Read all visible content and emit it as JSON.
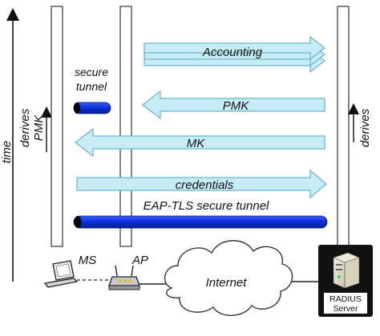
{
  "colors": {
    "arrow_fill": "#c6ecf5",
    "arrow_stroke": "#6cb4c9",
    "tunnel": "#0a2fd9",
    "lane_fill": "#ffffff",
    "lane_stroke": "#333333",
    "server_box": "#111111",
    "cloud_fill": "#ffffff"
  },
  "axis": {
    "time_label": "time"
  },
  "ms_side": {
    "derives_label": "derives",
    "pmk_label": "PMK"
  },
  "server_side": {
    "derives_label": "derives"
  },
  "secure_tunnel": {
    "line1": "secure",
    "line2": "tunnel"
  },
  "messages": {
    "accounting": "Accounting",
    "pmk": "PMK",
    "mk": "MK",
    "credentials": "credentials"
  },
  "eap_tunnel_label": "EAP-TLS secure tunnel",
  "nodes": {
    "ms": "MS",
    "ap": "AP",
    "internet": "Internet",
    "server_line1": "RADIUS",
    "server_line2": "Server"
  }
}
